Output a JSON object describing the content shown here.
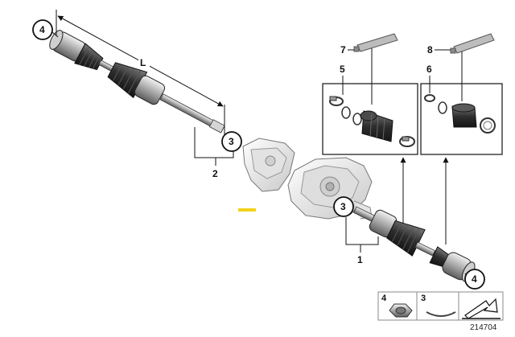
{
  "diagram": {
    "dimension_label": "L",
    "callouts": {
      "top_left": "4",
      "left_joint": "3",
      "center_joint": "3",
      "bottom_right": "4"
    },
    "bracket_labels": {
      "left_shaft": "2",
      "right_shaft": "1"
    },
    "kit_labels": {
      "grease_left": "7",
      "grease_right": "8",
      "clamp_left": "5",
      "clamp_right": "6"
    },
    "legend": {
      "item_a": "4",
      "item_b": "3"
    },
    "document_id": "214704",
    "colors": {
      "line": "#111111",
      "part_fill": "#bfbfbf",
      "part_dark": "#3a3a3a",
      "highlight": "#f3d21b"
    }
  }
}
